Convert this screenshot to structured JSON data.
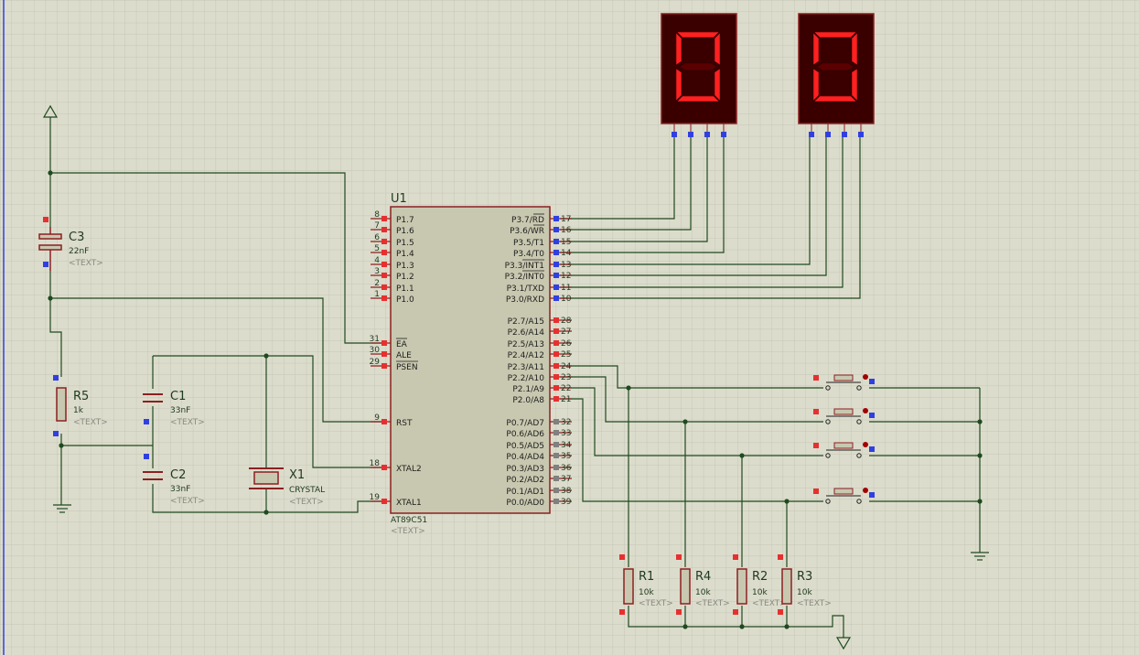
{
  "theme": {
    "background": "#dcdccc",
    "grid": "#c6c6b8",
    "wire": "#1e4a1e",
    "outline": "#8b2020",
    "chip_fill": "#c8c8b0",
    "led_on": "#ff2020",
    "led_off": "#5a0000",
    "pin_red": "#e63030",
    "pin_blue": "#3040e0",
    "pin_gray": "#808080"
  },
  "chip": {
    "ref": "U1",
    "part": "AT89C51",
    "text": "<TEXT>",
    "left_pins": [
      {
        "num": "8",
        "name": "P1.7"
      },
      {
        "num": "7",
        "name": "P1.6"
      },
      {
        "num": "6",
        "name": "P1.5"
      },
      {
        "num": "5",
        "name": "P1.4"
      },
      {
        "num": "4",
        "name": "P1.3"
      },
      {
        "num": "3",
        "name": "P1.2"
      },
      {
        "num": "2",
        "name": "P1.1"
      },
      {
        "num": "1",
        "name": "P1.0"
      },
      {
        "num": "31",
        "name": "EA"
      },
      {
        "num": "30",
        "name": "ALE"
      },
      {
        "num": "29",
        "name": "PSEN"
      },
      {
        "num": "9",
        "name": "RST"
      },
      {
        "num": "18",
        "name": "XTAL2"
      },
      {
        "num": "19",
        "name": "XTAL1"
      }
    ],
    "right_pins": [
      {
        "num": "17",
        "name": "P3.7/RD"
      },
      {
        "num": "16",
        "name": "P3.6/WR"
      },
      {
        "num": "15",
        "name": "P3.5/T1"
      },
      {
        "num": "14",
        "name": "P3.4/T0"
      },
      {
        "num": "13",
        "name": "P3.3/INT1"
      },
      {
        "num": "12",
        "name": "P3.2/INT0"
      },
      {
        "num": "11",
        "name": "P3.1/TXD"
      },
      {
        "num": "10",
        "name": "P3.0/RXD"
      },
      {
        "num": "28",
        "name": "P2.7/A15"
      },
      {
        "num": "27",
        "name": "P2.6/A14"
      },
      {
        "num": "26",
        "name": "P2.5/A13"
      },
      {
        "num": "25",
        "name": "P2.4/A12"
      },
      {
        "num": "24",
        "name": "P2.3/A11"
      },
      {
        "num": "23",
        "name": "P2.2/A10"
      },
      {
        "num": "22",
        "name": "P2.1/A9"
      },
      {
        "num": "21",
        "name": "P2.0/A8"
      },
      {
        "num": "32",
        "name": "P0.7/AD7"
      },
      {
        "num": "33",
        "name": "P0.6/AD6"
      },
      {
        "num": "34",
        "name": "P0.5/AD5"
      },
      {
        "num": "35",
        "name": "P0.4/AD4"
      },
      {
        "num": "36",
        "name": "P0.3/AD3"
      },
      {
        "num": "37",
        "name": "P0.2/AD2"
      },
      {
        "num": "38",
        "name": "P0.1/AD1"
      },
      {
        "num": "39",
        "name": "P0.0/AD0"
      }
    ]
  },
  "components": {
    "c3": {
      "ref": "C3",
      "value": "22nF",
      "text": "<TEXT>"
    },
    "r5": {
      "ref": "R5",
      "value": "1k",
      "text": "<TEXT>"
    },
    "c1": {
      "ref": "C1",
      "value": "33nF",
      "text": "<TEXT>"
    },
    "c2": {
      "ref": "C2",
      "value": "33nF",
      "text": "<TEXT>"
    },
    "x1": {
      "ref": "X1",
      "value": "CRYSTAL",
      "text": "<TEXT>"
    },
    "r1": {
      "ref": "R1",
      "value": "10k",
      "text": "<TEXT>"
    },
    "r4": {
      "ref": "R4",
      "value": "10k",
      "text": "<TEXT>"
    },
    "r2": {
      "ref": "R2",
      "value": "10k",
      "text": "<TEXT>"
    },
    "r3": {
      "ref": "R3",
      "value": "10k",
      "text": "<TEXT>"
    }
  },
  "displays": [
    {
      "digit": "0",
      "lit_segments": [
        "a",
        "b",
        "c",
        "d",
        "e",
        "f"
      ]
    },
    {
      "digit": "0",
      "lit_segments": [
        "a",
        "b",
        "c",
        "d",
        "e",
        "f"
      ]
    }
  ]
}
